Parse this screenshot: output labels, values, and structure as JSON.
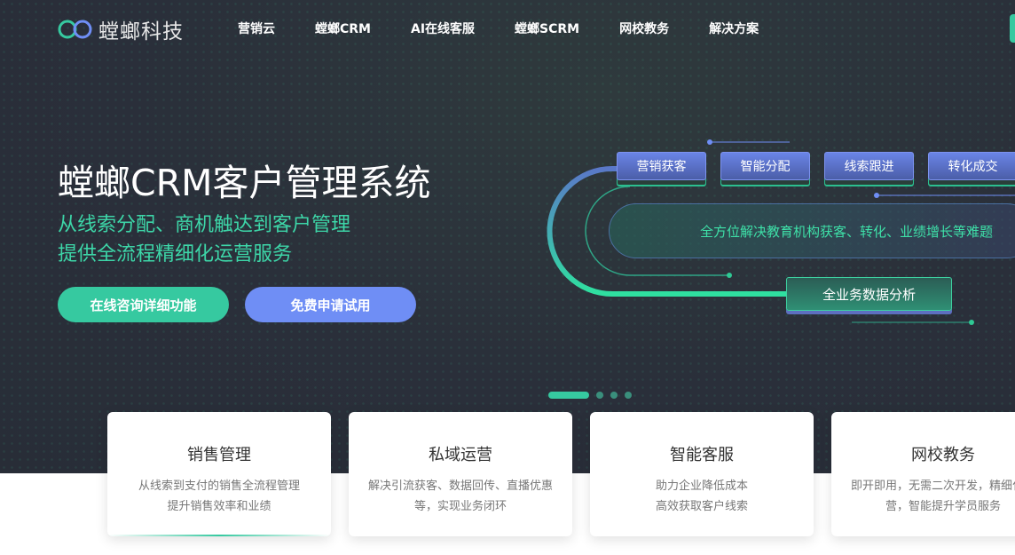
{
  "brand": {
    "name": "螳螂科技"
  },
  "nav": [
    "营销云",
    "螳螂CRM",
    "AI在线客服",
    "螳螂SCRM",
    "网校教务",
    "解决方案"
  ],
  "hero": {
    "title": "螳螂CRM客户管理系统",
    "subtitle1": "从线索分配、商机触达到客户管理",
    "subtitle2": "提供全流程精细化运营服务",
    "btn_consult": "在线咨询详细功能",
    "btn_trial": "免费申请试用"
  },
  "diagram": {
    "steps": [
      "营销获客",
      "智能分配",
      "线索跟进",
      "转化成交"
    ],
    "band": "全方位解决教育机构获客、转化、业绩增长等难题",
    "analysis": "全业务数据分析"
  },
  "carousel": {
    "slides": 4,
    "active": 1
  },
  "cards": [
    {
      "title": "销售管理",
      "line1": "从线索到支付的销售全流程管理",
      "line2": "提升销售效率和业绩"
    },
    {
      "title": "私域运营",
      "line1": "解决引流获客、数据回传、直播优惠",
      "line2": "等，实现业务闭环"
    },
    {
      "title": "智能客服",
      "line1": "助力企业降低成本",
      "line2": "高效获取客户线索"
    },
    {
      "title": "网校教务",
      "line1": "即开即用，无需二次开发，精细化运",
      "line2": "营，智能提升学员服务"
    }
  ],
  "colors": {
    "accent": "#36c9a0",
    "secondary": "#6f8ef5",
    "hero_bg": "#2a2f3a"
  }
}
